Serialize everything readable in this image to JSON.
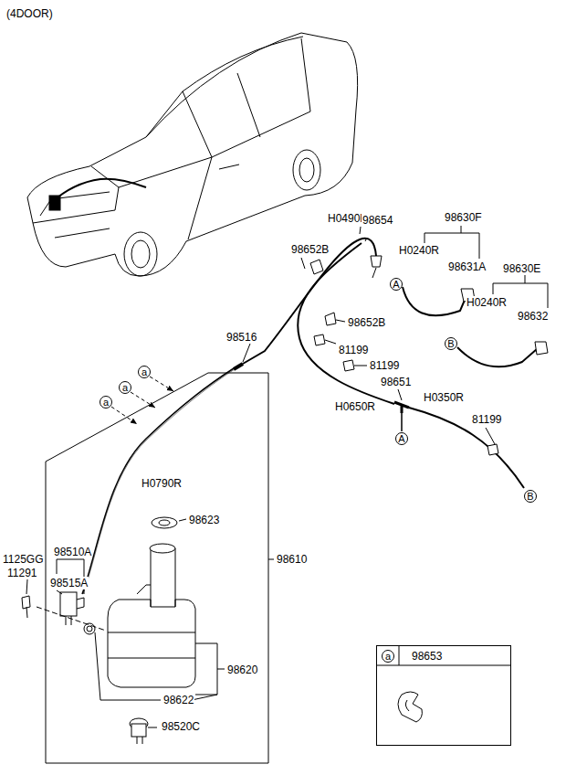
{
  "diagram": {
    "nodes": [
      {
        "text": [
          "A"
        ]
      },
      {
        "text": [
          "B"
        ]
      },
      {
        "text": [
          "a"
        ]
      },
      {
        "text": [
          "a"
        ]
      },
      {
        "text": [
          "a"
        ]
      },
      {
        "text": [
          "A"
        ]
      },
      {
        "text": [
          "B"
        ]
      },
      {
        "text": [
          "98653"
        ]
      },
      {
        "text": [
          "a"
        ],
        "in": 7
      }
    ],
    "labels": [
      "(4DOOR)",
      "H0490R",
      "98630F",
      "98652B",
      "98654",
      "H0240R",
      "98631A",
      "98630E",
      "H0240R",
      "98632",
      "98652B",
      "98516",
      "81199",
      "81199",
      "98651",
      "H0650R",
      "H0350R",
      "81199",
      "H0790R",
      "98623",
      "1125GG",
      "11291",
      "98510A",
      "98515A",
      "98610",
      "98620",
      "98622",
      "98520C"
    ]
  }
}
